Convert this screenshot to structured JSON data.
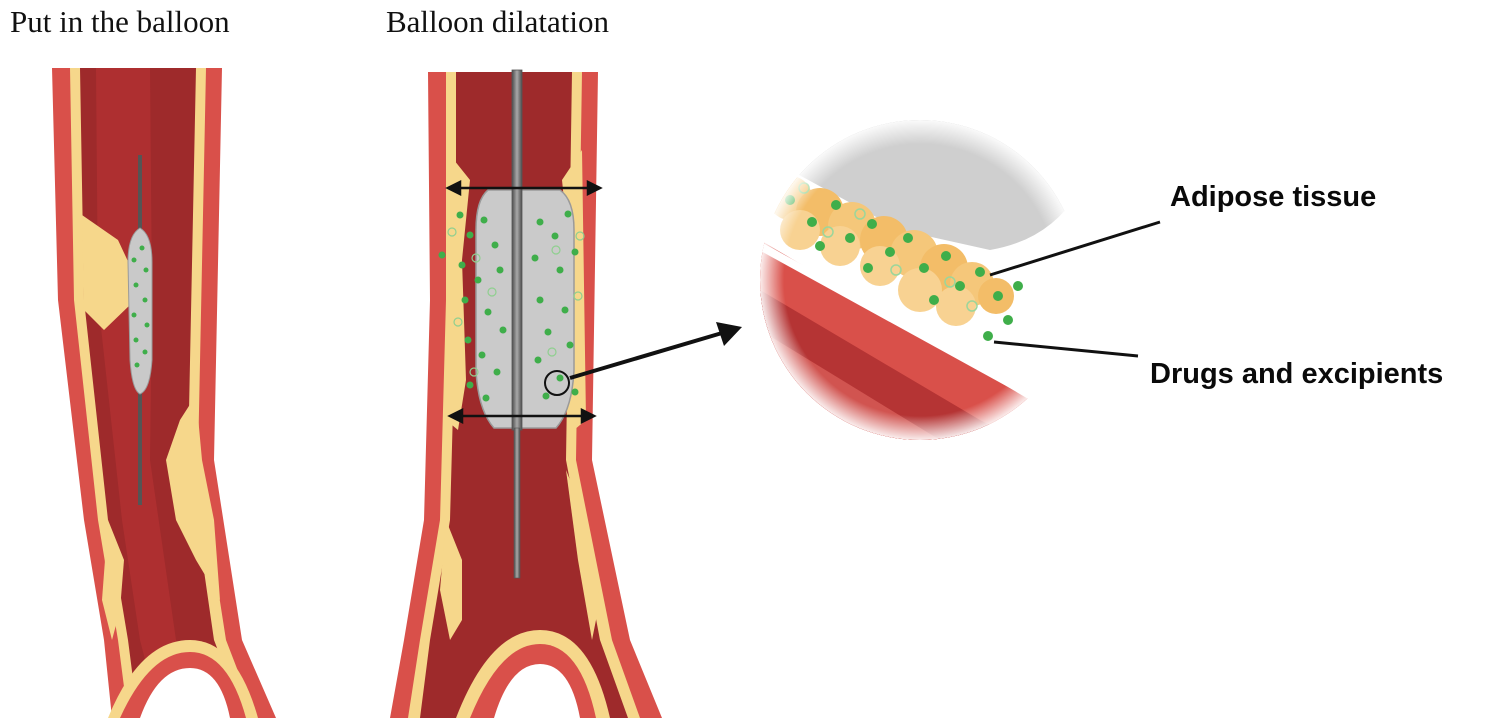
{
  "titles": {
    "left": "Put in the balloon",
    "middle": "Balloon dilatation"
  },
  "callouts": {
    "adipose": "Adipose tissue",
    "drugs": "Drugs and excipients"
  },
  "colors": {
    "vessel_outer": "#d9504a",
    "vessel_wall": "#c8403a",
    "lumen": "#9e2a2b",
    "plaque": "#f6d78b",
    "balloon": "#c9c9c9",
    "drug_particle": "#3fae4a",
    "catheter": "#6b6b6b"
  }
}
